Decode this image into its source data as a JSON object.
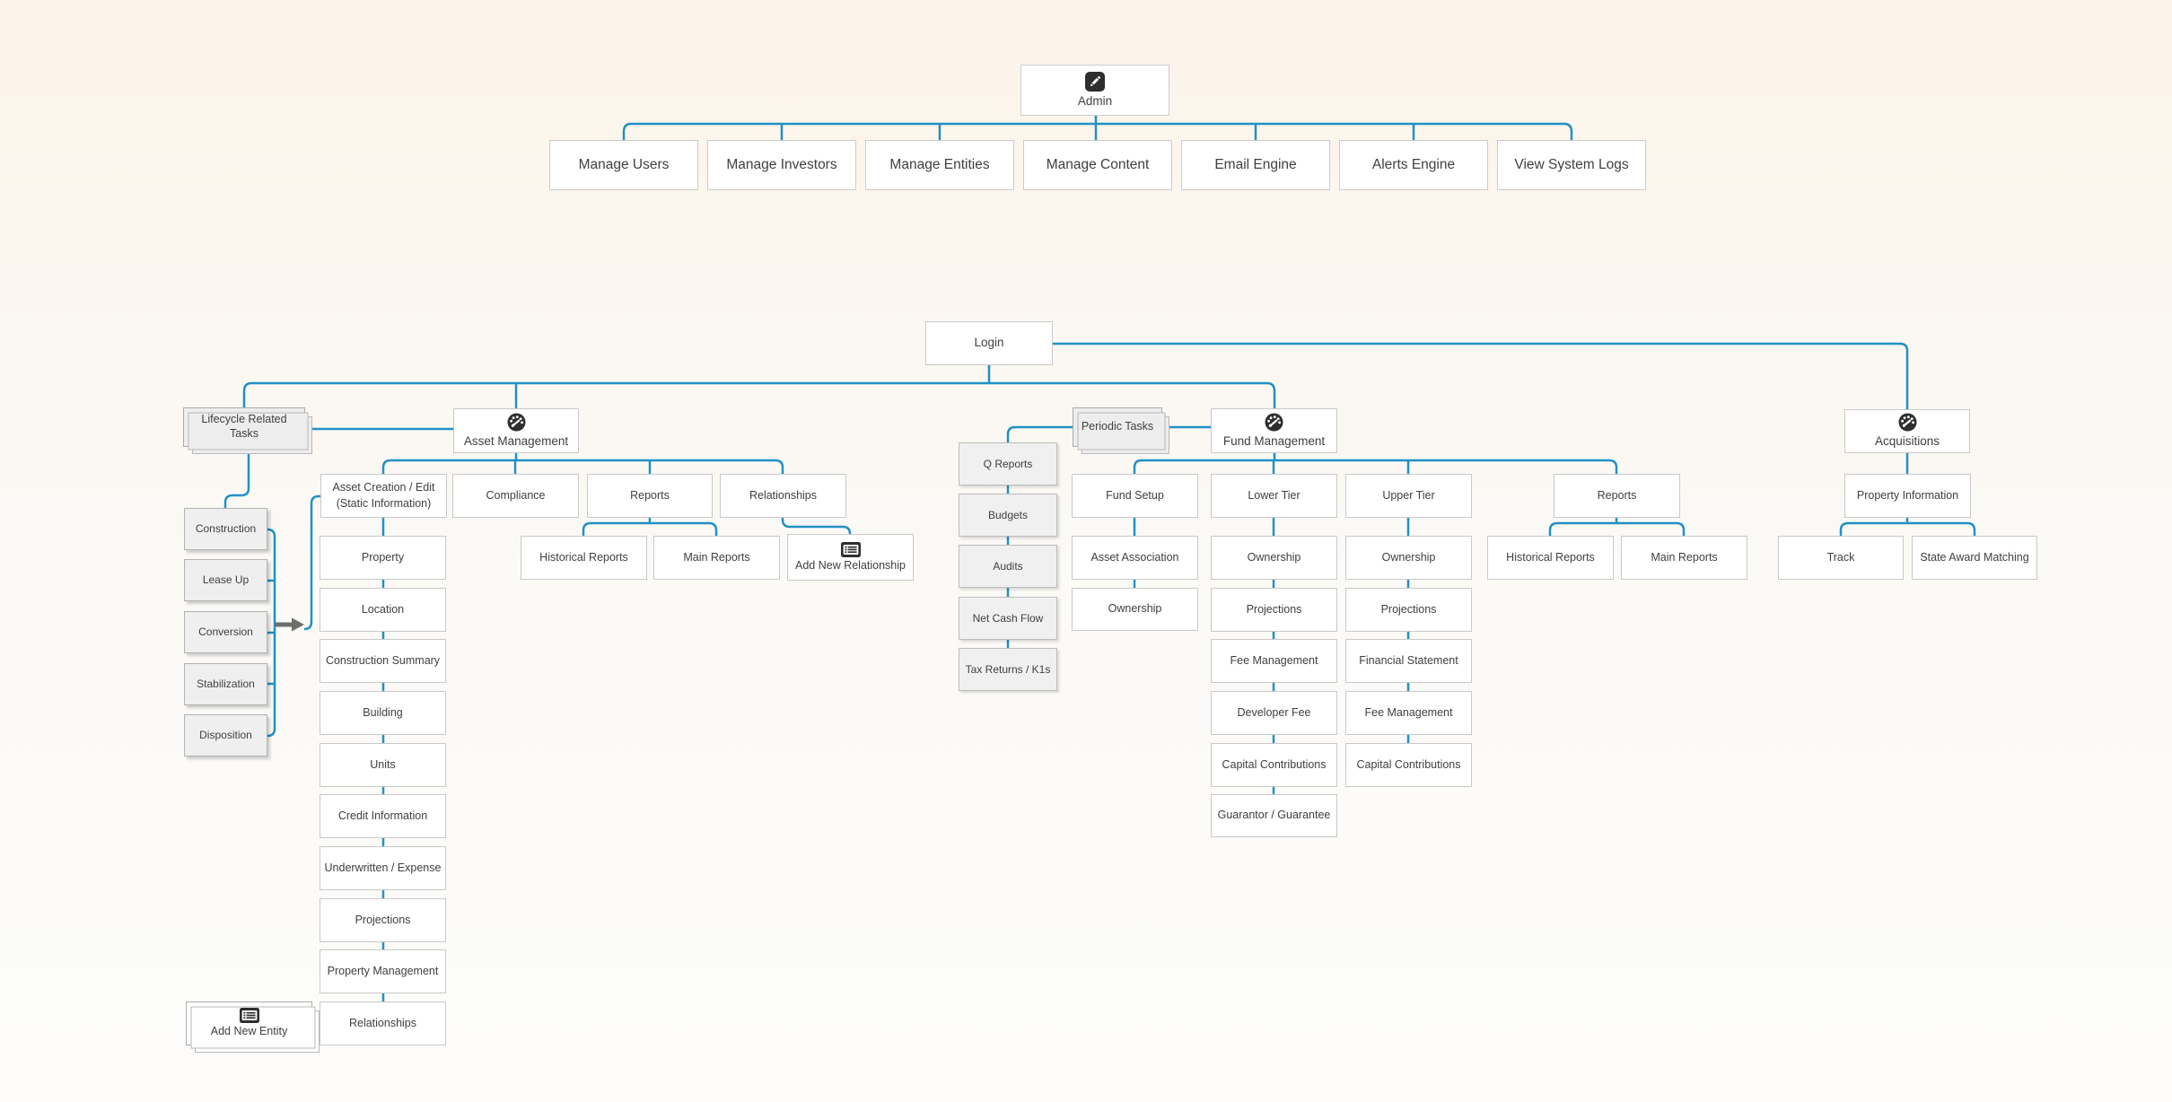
{
  "diagram_title": "Admin / Login sitemap flowchart",
  "colors": {
    "connector_blue": "#2191c5",
    "arrow_gray": "#6e6e6e",
    "icon_dark": "#2e2e2e",
    "node_border": "#c9c9c9",
    "gray_fill": "#efefef",
    "background_top": "#fcf4e9",
    "background_bottom": "#fdfcfa"
  },
  "nodes": {
    "admin": {
      "label": "Admin",
      "icon": "pencil-icon"
    },
    "manage_users": {
      "label": "Manage Users"
    },
    "manage_investors": {
      "label": "Manage Investors"
    },
    "manage_entities": {
      "label": "Manage Entities"
    },
    "manage_content": {
      "label": "Manage Content"
    },
    "email_engine": {
      "label": "Email Engine"
    },
    "alerts_engine": {
      "label": "Alerts Engine"
    },
    "view_system_logs": {
      "label": "View System Logs"
    },
    "login": {
      "label": "Login"
    },
    "lifecycle": {
      "label": "Lifecycle Related Tasks"
    },
    "asset_mgmt": {
      "label": "Asset Management",
      "icon": "gauge-icon"
    },
    "periodic": {
      "label": "Periodic Tasks"
    },
    "fund_mgmt": {
      "label": "Fund Management",
      "icon": "gauge-icon"
    },
    "acquisitions": {
      "label": "Acquisitions",
      "icon": "gauge-icon"
    },
    "asset_creation": {
      "label": "Asset Creation / Edit",
      "label2": "(Static Information)"
    },
    "compliance": {
      "label": "Compliance"
    },
    "reports_asset": {
      "label": "Reports"
    },
    "relationships_asset": {
      "label": "Relationships"
    },
    "historical_asset": {
      "label": "Historical Reports"
    },
    "main_asset": {
      "label": "Main Reports"
    },
    "add_rel": {
      "label": "Add New Relationship",
      "icon": "list-icon"
    },
    "property": {
      "label": "Property"
    },
    "location": {
      "label": "Location"
    },
    "construction_summary": {
      "label": "Construction Summary"
    },
    "building": {
      "label": "Building"
    },
    "units": {
      "label": "Units"
    },
    "credit_info": {
      "label": "Credit Information"
    },
    "underwritten": {
      "label": "Underwritten / Expense"
    },
    "projections_asset": {
      "label": "Projections"
    },
    "property_mgmt": {
      "label": "Property Management"
    },
    "relationships_prop": {
      "label": "Relationships"
    },
    "construction": {
      "label": "Construction"
    },
    "lease_up": {
      "label": "Lease Up"
    },
    "conversion": {
      "label": "Conversion"
    },
    "stabilization": {
      "label": "Stabilization"
    },
    "disposition": {
      "label": "Disposition"
    },
    "add_entity": {
      "label": "Add New Entity",
      "icon": "list-icon"
    },
    "q_reports": {
      "label": "Q Reports"
    },
    "budgets": {
      "label": "Budgets"
    },
    "audits": {
      "label": "Audits"
    },
    "net_cash_flow": {
      "label": "Net Cash Flow"
    },
    "tax_returns": {
      "label": "Tax Returns / K1s"
    },
    "fund_setup": {
      "label": "Fund Setup"
    },
    "lower_tier": {
      "label": "Lower Tier"
    },
    "upper_tier": {
      "label": "Upper Tier"
    },
    "reports_fund": {
      "label": "Reports"
    },
    "asset_association": {
      "label": "Asset Association"
    },
    "ownership_fs": {
      "label": "Ownership"
    },
    "lt_ownership": {
      "label": "Ownership"
    },
    "lt_projections": {
      "label": "Projections"
    },
    "lt_fee": {
      "label": "Fee Management"
    },
    "lt_developer": {
      "label": "Developer Fee"
    },
    "lt_capital": {
      "label": "Capital Contributions"
    },
    "lt_guarantor": {
      "label": "Guarantor / Guarantee"
    },
    "ut_ownership": {
      "label": "Ownership"
    },
    "ut_projections": {
      "label": "Projections"
    },
    "ut_financial": {
      "label": "Financial Statement"
    },
    "ut_fee": {
      "label": "Fee Management"
    },
    "ut_capital": {
      "label": "Capital Contributions"
    },
    "historical_fund": {
      "label": "Historical Reports"
    },
    "main_fund": {
      "label": "Main Reports"
    },
    "property_info": {
      "label": "Property Information"
    },
    "track": {
      "label": "Track"
    },
    "state_award": {
      "label": "State Award Matching"
    }
  }
}
